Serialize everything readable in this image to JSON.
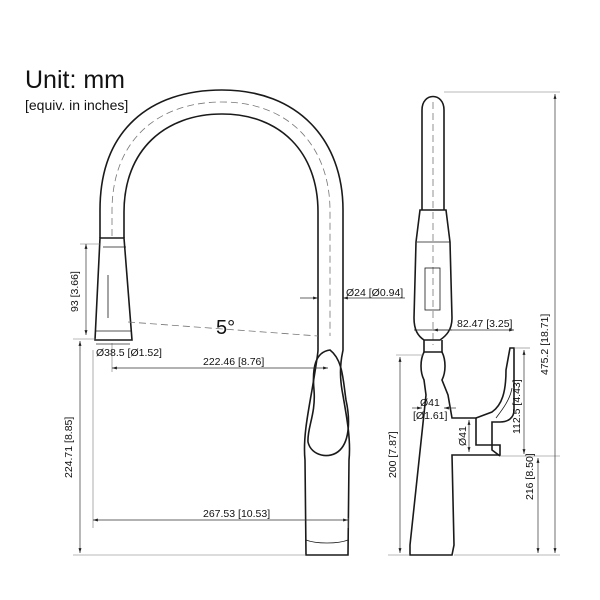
{
  "header": {
    "unit": "Unit: mm",
    "equiv": "[equiv. in inches]"
  },
  "angle": "5°",
  "dims": {
    "spray_head_height": "93 [3.66]",
    "spray_diameter": "Ø38.5 [Ø1.52]",
    "tube_diameter": "Ø24 [Ø0.94]",
    "reach_to_center": "222.46 [8.76]",
    "base_height": "224.71 [8.85]",
    "reach_total": "267.53 [10.53]",
    "handle_offset": "82.47 [3.25]",
    "total_height": "475.2 [18.71]",
    "base_diameter_top": "Ø41",
    "base_diameter_top_in": "[Ø1.61]",
    "base_diameter_side": "Ø41",
    "handle_height": "112.5 [4.43]",
    "handle_base_height": "216 [8.50]",
    "body_height": "200 [7.87]"
  }
}
